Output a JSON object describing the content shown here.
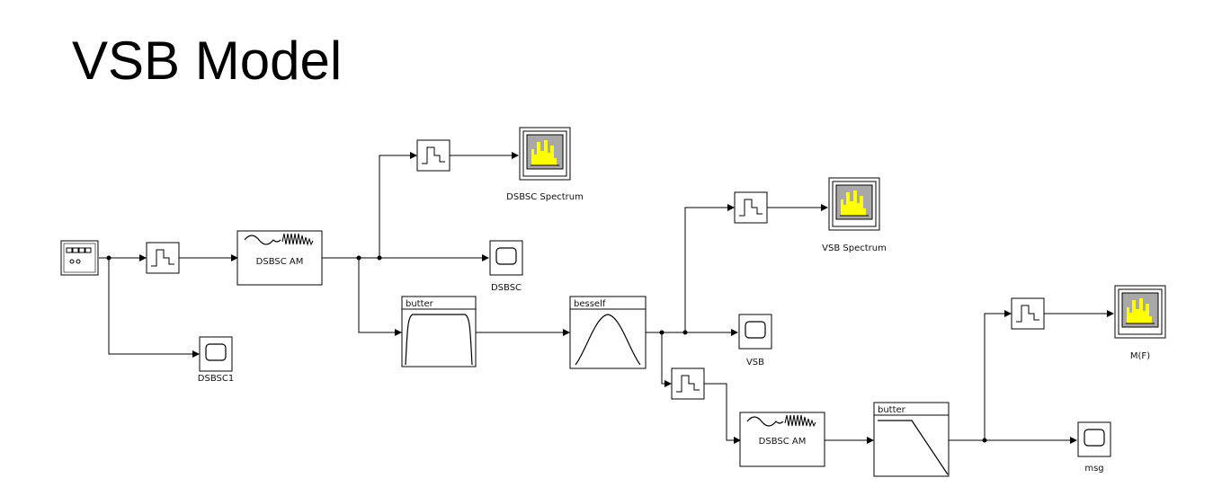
{
  "title": "VSB Model",
  "blocks": {
    "source_label": "",
    "dsbsc_am_1": "DSBSC AM",
    "dsbsc_am_2": "DSBSC AM",
    "butter_1": "butter",
    "besself": "besself",
    "butter_2": "butter",
    "scope_dsbsc1": "DSBSC1",
    "scope_dsbsc": "DSBSC",
    "scope_vsb": "VSB",
    "scope_msg": "msg",
    "spec_dsbsc": "DSBSC Spectrum",
    "spec_vsb": "VSB Spectrum",
    "spec_mf": "M(F)"
  },
  "colors": {
    "spectrum_fill": "#ffff00",
    "spectrum_bg": "#a8a8a8",
    "line": "#000000"
  }
}
